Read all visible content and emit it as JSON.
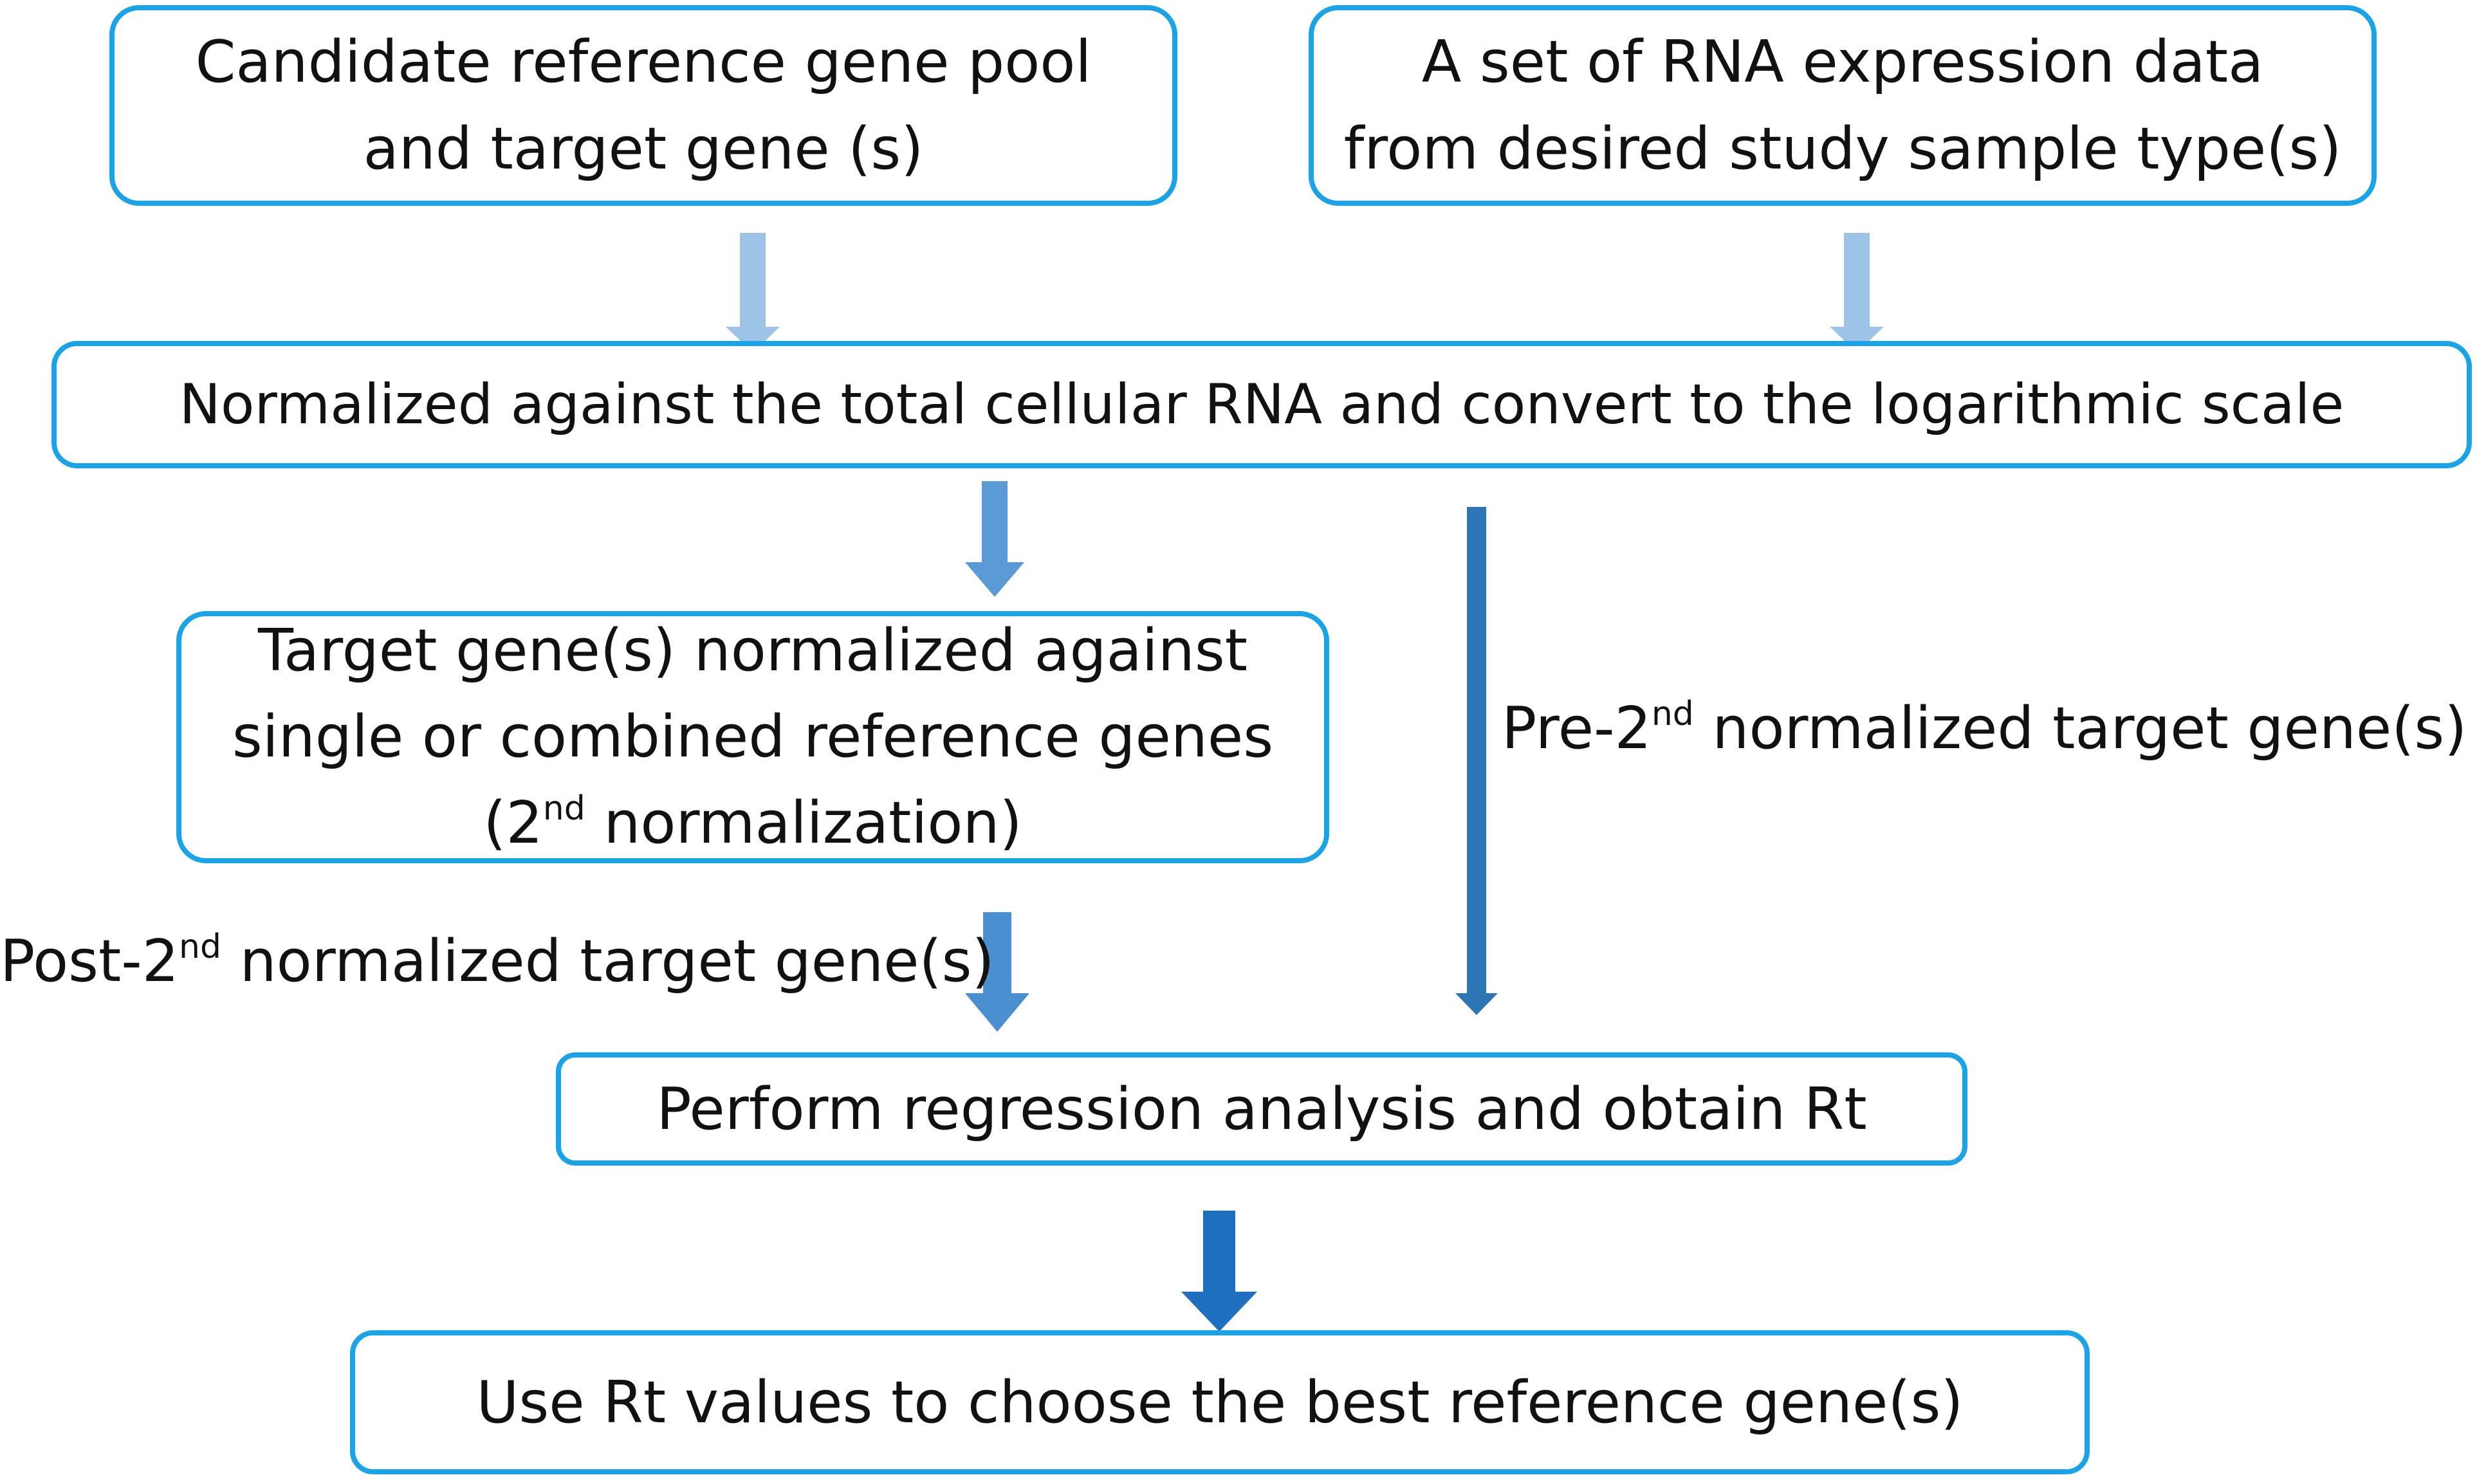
{
  "colors": {
    "box_border": "#1aa3e6",
    "arrow_light": "#9dc3e6",
    "arrow_medium": "#5b9bd5",
    "arrow_dark": "#2e75b6"
  },
  "boxes": {
    "candidate_pool": {
      "line1": "Candidate reference gene pool",
      "line2": "and target gene (s)"
    },
    "rna_data": {
      "line1": "A set of RNA expression data",
      "line2": "from desired study sample type(s)"
    },
    "normalize_total": {
      "line1": "Normalized against the total cellular RNA and convert to the logarithmic scale"
    },
    "second_norm": {
      "line1": "Target gene(s) normalized against",
      "line2": "single or combined reference genes",
      "line3_pre": "(2",
      "line3_sup": "nd",
      "line3_post": " normalization)"
    },
    "regression": {
      "line1": "Perform regression analysis and obtain Rt"
    },
    "choose_best": {
      "line1": "Use Rt values to choose the best reference gene(s)"
    }
  },
  "labels": {
    "pre_second": {
      "pre": "Pre-2",
      "sup": "nd",
      "post": " normalized target gene(s)"
    },
    "post_second": {
      "pre": "Post-2",
      "sup": "nd",
      "post": " normalized target gene(s)"
    }
  }
}
